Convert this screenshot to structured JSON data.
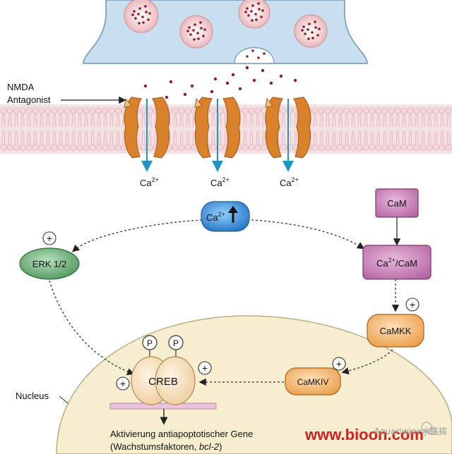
{
  "labels": {
    "antagonist_line1": "NMDA",
    "antagonist_line2": "Antagonist",
    "ca_base": "Ca",
    "ca_sup": "2+",
    "cam": "CaM",
    "ca_cam_prefix": "Ca",
    "ca_cam_sup": "2+",
    "ca_cam_suffix": "/CaM",
    "camkk": "CaMKK",
    "camkiv": "CaMKIV",
    "erk": "ERK 1/2",
    "creb": "CREB",
    "phospho": "P",
    "plus": "+",
    "nucleus": "Nucleus",
    "gene_line1": "Aktivierung antiapoptotischer Gene",
    "gene_line2_prefix": "(Wachstumsfaktoren, ",
    "gene_line2_italic": "bcl-2",
    "gene_line2_suffix": ")"
  },
  "watermark": {
    "url": "www.bioon.com",
    "account": "Aquariwine水瓶搞"
  },
  "colors": {
    "presynaptic": "#c9dff0",
    "membrane_head": "#f4d7da",
    "membrane_tail": "#e6b7bd",
    "channel": "#d9822b",
    "channel_dark": "#a9601a",
    "ca_arrow": "#1f95c4",
    "vesicle": "#f0c4c6",
    "dot": "#8a1f2a",
    "nucleus": "#f6eecf",
    "ca_badge": "#2e8fd6",
    "cam": "#c87bb3",
    "camkk": "#f0b271",
    "erk": "#5fa56c",
    "creb": "#f4dcb8",
    "watermark": "#d21f1f"
  }
}
